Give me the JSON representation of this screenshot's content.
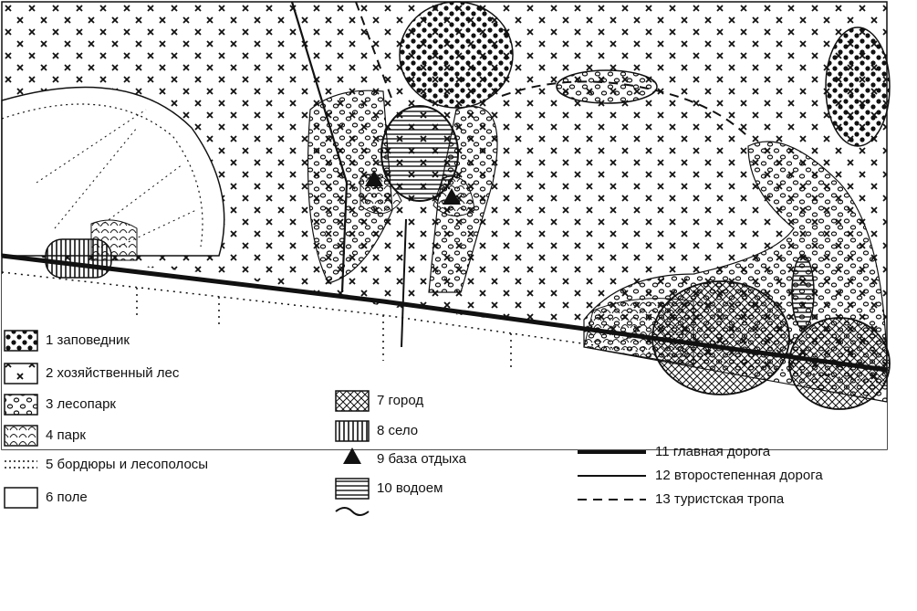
{
  "legend": {
    "items": [
      {
        "label": "1 заповедник",
        "pattern": "dots-large"
      },
      {
        "label": "2 хозяйственный лес",
        "pattern": "crosses"
      },
      {
        "label": "3 лесопарк",
        "pattern": "ovals"
      },
      {
        "label": "4 парк",
        "pattern": "arcs"
      },
      {
        "label": "5 бордюры и лесополосы",
        "pattern": "dots-small"
      },
      {
        "label": "6 поле",
        "pattern": "blank"
      },
      {
        "label": "7 город",
        "pattern": "crosshatch"
      },
      {
        "label": "8 село",
        "pattern": "vertical"
      },
      {
        "label": "9 база отдыха",
        "pattern": "triangle"
      },
      {
        "label": "10 водоем",
        "pattern": "horizontal"
      },
      {
        "label": "11 главная дорога",
        "pattern": "thick-line"
      },
      {
        "label": "12 второстепенная дорога",
        "pattern": "thin-line"
      },
      {
        "label": "13 туристская тропа",
        "pattern": "dashed-line"
      }
    ]
  },
  "colors": {
    "ink": "#111111",
    "paper": "#ffffff"
  }
}
